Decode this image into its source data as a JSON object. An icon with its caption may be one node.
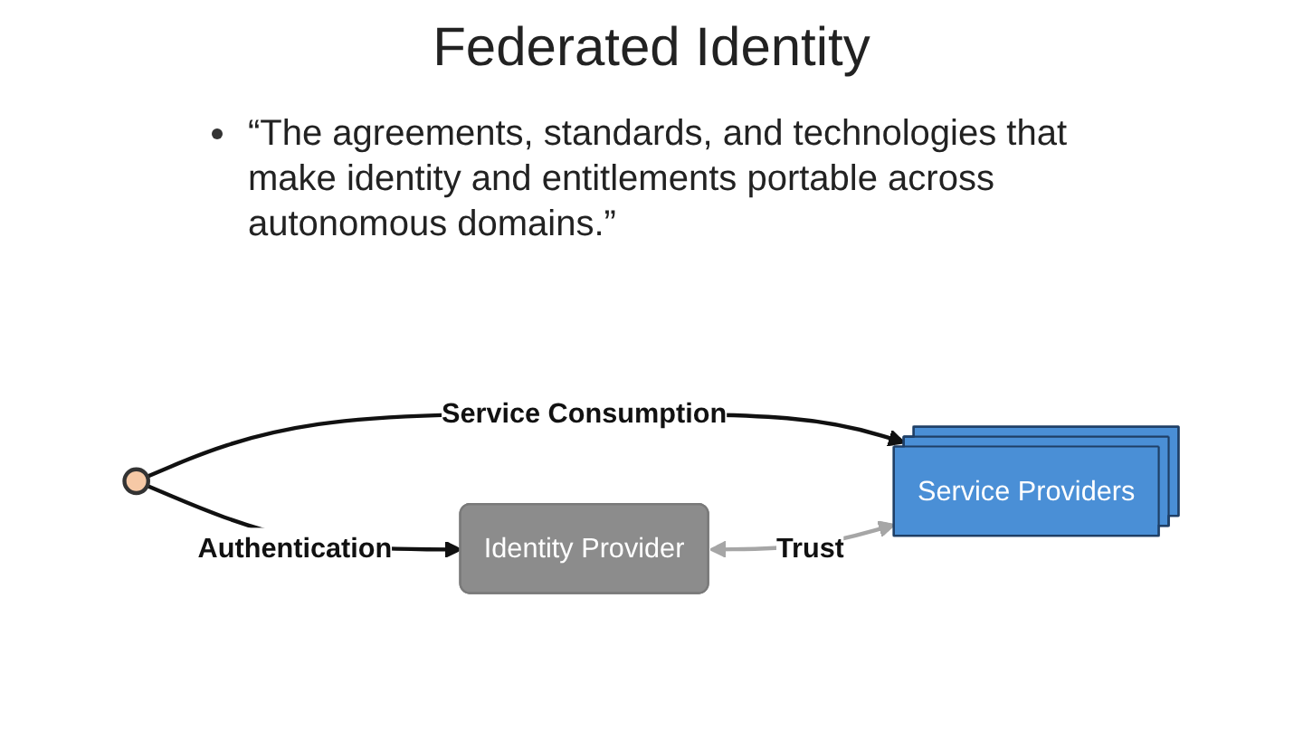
{
  "diagram": {
    "title": "Federated Identity",
    "nodes": [
      {
        "text": [],
        "shape": "person"
      },
      {
        "text": [
          "Identity Provider"
        ]
      },
      {
        "text": [
          "Service Providers"
        ]
      }
    ],
    "edges": [
      {
        "from": 0,
        "to": 1,
        "arrow": "to",
        "label": "Authentication"
      },
      {
        "from": 0,
        "to": 2,
        "arrow": "to",
        "label": "Service Consumption"
      },
      {
        "from": 1,
        "to": 2,
        "arrow": "both",
        "label": "Trust",
        "color": "#a6a6a6"
      }
    ],
    "labels": [
      "“The agreements, standards, and technologies that make identity and entitlements portable across autonomous domains.”"
    ]
  }
}
